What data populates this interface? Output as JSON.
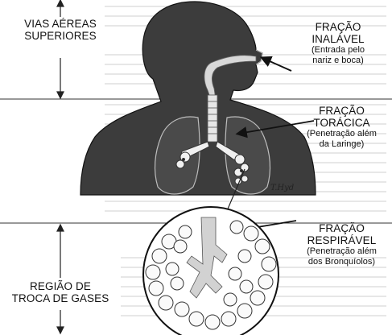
{
  "labels": {
    "upper_airways": {
      "line1": "VIAS AÉREAS",
      "line2": "SUPERIORES"
    },
    "inhalable": {
      "title1": "FRAÇÃO",
      "title2": "INALÁVEL",
      "desc1": "(Entrada pelo",
      "desc2": "nariz e boca)"
    },
    "thoracic": {
      "title1": "FRAÇÃO",
      "title2": "TORÁCICA",
      "desc1": "(Penetração além",
      "desc2": "da Laringe)"
    },
    "respirable": {
      "title1": "FRAÇÃO",
      "title2": "RESPIRÁVEL",
      "desc1": "(Penetração além",
      "desc2": "dos Bronquíolos)"
    },
    "gas_exchange": {
      "line1": "REGIÃO DE",
      "line2": "TROCA DE GASES"
    }
  },
  "signature": "T.Hyd"
}
